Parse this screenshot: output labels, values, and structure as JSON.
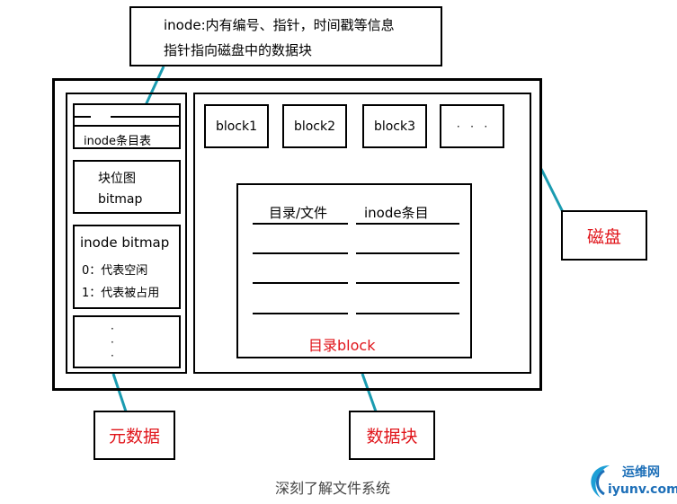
{
  "callout": {
    "line1": "inode:内有编号、指针，时间戳等信息",
    "line2": "指针指向磁盘中的数据块"
  },
  "metadata": {
    "inode_table_label": "inode条目表",
    "block_bitmap": {
      "line1": "块位图",
      "line2": "bitmap"
    },
    "inode_bitmap": {
      "title": "inode bitmap",
      "line1": "0：代表空闲",
      "line2": "1：代表被占用"
    },
    "more": "·\n·\n·"
  },
  "data_area": {
    "blocks": [
      "block1",
      "block2",
      "block3",
      "·   ·   ·"
    ],
    "directory_block": {
      "col_headers": [
        "目录/文件",
        "inode条目"
      ],
      "label": "目录block"
    }
  },
  "labels": {
    "disk": "磁盘",
    "metadata": "元数据",
    "data_block": "数据块"
  },
  "caption": "深刻了解文件系统",
  "watermark": {
    "brand": "运维网",
    "url": "iyunv.com"
  },
  "colors": {
    "accent_red": "#e0141a",
    "connector": "#1a9bb0",
    "watermark_blue": "#1d6fb8"
  }
}
